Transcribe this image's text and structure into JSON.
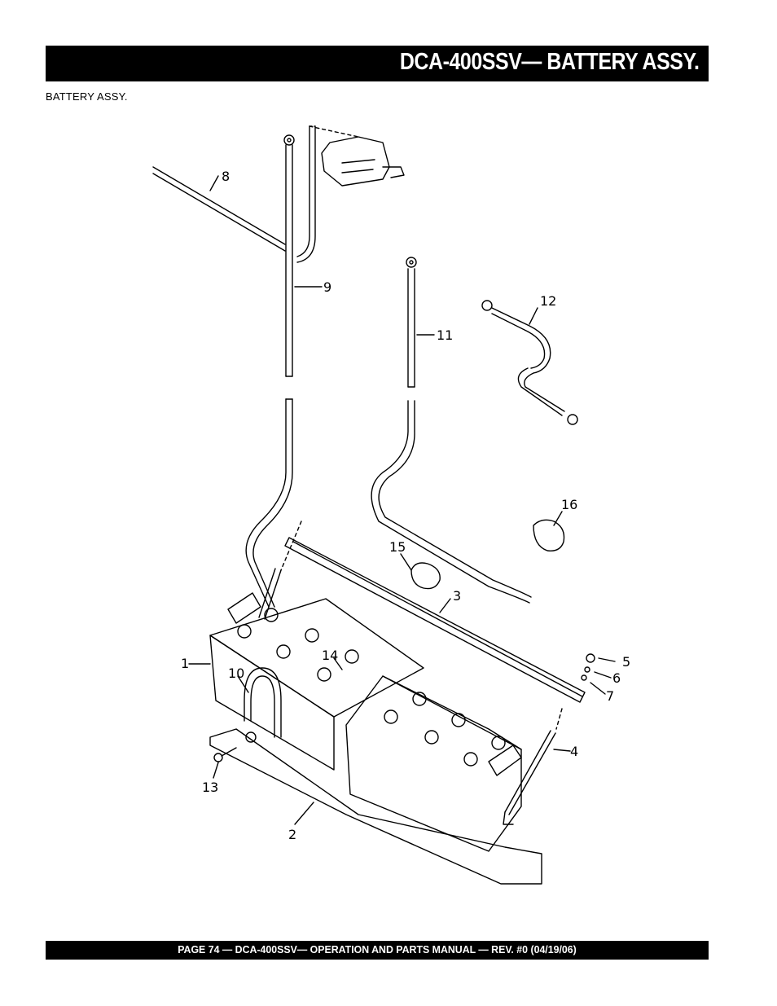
{
  "header": {
    "title": "DCA-400SSV— BATTERY ASSY."
  },
  "section": {
    "label": "BATTERY ASSY."
  },
  "diagram": {
    "callouts": [
      "1",
      "2",
      "3",
      "4",
      "5",
      "6",
      "7",
      "8",
      "9",
      "10",
      "11",
      "12",
      "13",
      "14",
      "15",
      "16"
    ]
  },
  "footer": {
    "text": "PAGE 74 — DCA-400SSV—  OPERATION AND PARTS  MANUAL — REV. #0  (04/19/06)"
  },
  "colors": {
    "bar": "#000000",
    "bar_text": "#ffffff",
    "ink": "#000000"
  }
}
